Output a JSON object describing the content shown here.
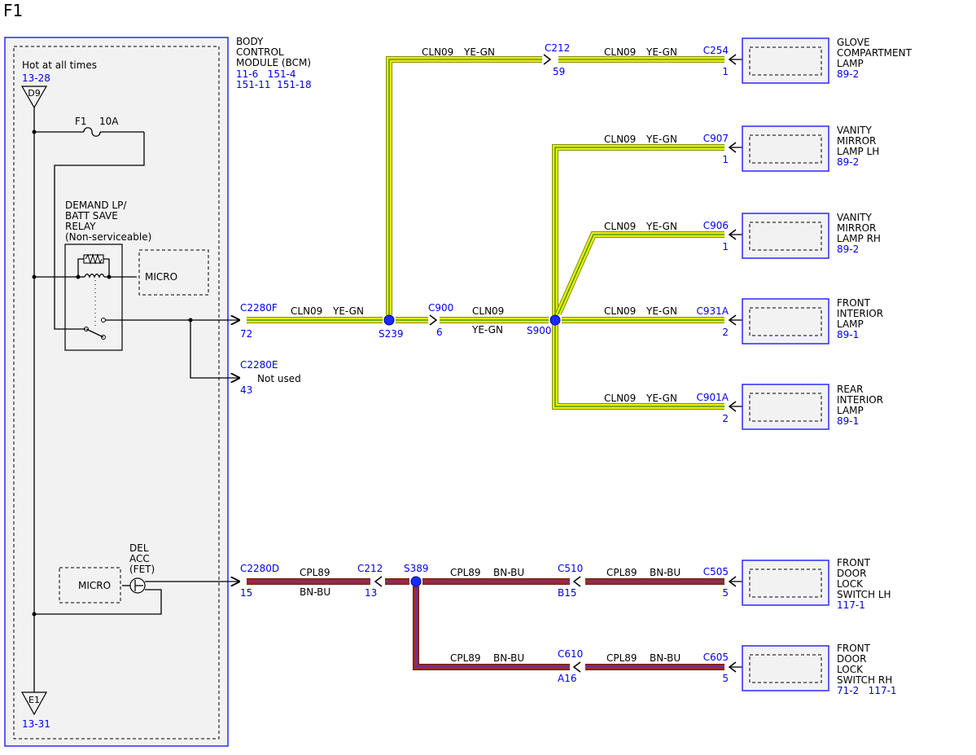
{
  "page": {
    "title": "F1"
  },
  "bcm": {
    "name_lines": [
      "BODY",
      "CONTROL",
      "MODULE (BCM)"
    ],
    "ref_lines": [
      "11-6   151-4",
      "151-11  151-18"
    ]
  },
  "power": {
    "hot_label": "Hot at all times",
    "top_ref": "13-28",
    "top_pin": "D9",
    "bottom_pin": "E1",
    "bottom_ref": "13-31",
    "fuse_name": "F1",
    "fuse_rating": "10A"
  },
  "relay": {
    "label_lines": [
      "DEMAND LP/",
      "BATT SAVE",
      "RELAY",
      "(Non-serviceable)"
    ],
    "micro_label": "MICRO"
  },
  "fet": {
    "label_lines": [
      "DEL",
      "ACC",
      "(FET)"
    ],
    "micro_label": "MICRO"
  },
  "connectors": {
    "c2280f": {
      "name": "C2280F",
      "pin": "72"
    },
    "c2280e": {
      "name": "C2280E",
      "pin": "43",
      "note": "Not used"
    },
    "c2280d": {
      "name": "C2280D",
      "pin": "15"
    },
    "c212_top": {
      "name": "C212",
      "pin": "59"
    },
    "c212_bot": {
      "name": "C212",
      "pin": "13"
    },
    "c900": {
      "name": "C900",
      "pin": "6"
    },
    "c254": {
      "name": "C254",
      "pin": "1"
    },
    "c907": {
      "name": "C907",
      "pin": "1"
    },
    "c906": {
      "name": "C906",
      "pin": "1"
    },
    "c931a": {
      "name": "C931A",
      "pin": "2"
    },
    "c901a": {
      "name": "C901A",
      "pin": "2"
    },
    "c510": {
      "name": "C510",
      "pin": "B15"
    },
    "c505": {
      "name": "C505",
      "pin": "5"
    },
    "c610": {
      "name": "C610",
      "pin": "A16"
    },
    "c605": {
      "name": "C605",
      "pin": "5"
    }
  },
  "splices": {
    "s239": "S239",
    "s900": "S900",
    "s389": "S389"
  },
  "wires": {
    "cln09": "CLN09",
    "ye_gn": "YE-GN",
    "cpl89": "CPL89",
    "bn_bu": "BN-BU"
  },
  "components": {
    "glove": {
      "lines": [
        "GLOVE",
        "COMPARTMENT",
        "LAMP"
      ],
      "ref": "89-2"
    },
    "vanity_lh": {
      "lines": [
        "VANITY",
        "MIRROR",
        "LAMP LH"
      ],
      "ref": "89-2"
    },
    "vanity_rh": {
      "lines": [
        "VANITY",
        "MIRROR",
        "LAMP RH"
      ],
      "ref": "89-2"
    },
    "front_interior": {
      "lines": [
        "FRONT",
        "INTERIOR",
        "LAMP"
      ],
      "ref": "89-1"
    },
    "rear_interior": {
      "lines": [
        "REAR",
        "INTERIOR",
        "LAMP"
      ],
      "ref": "89-1"
    },
    "door_lock_lh": {
      "lines": [
        "FRONT",
        "DOOR",
        "LOCK",
        "SWITCH LH"
      ],
      "ref": "117-1"
    },
    "door_lock_rh": {
      "lines": [
        "FRONT",
        "DOOR",
        "LOCK",
        "SWITCH RH"
      ],
      "ref": "71-2   117-1"
    }
  },
  "colors": {
    "ye_gn_outer": "#8a8a00",
    "ye_gn_fill": "#e8f000",
    "ye_gn_stripe": "#2e8b2e",
    "bn_bu_outer": "#6b1a10",
    "bn_bu_fill": "#a0281e",
    "bn_bu_stripe": "#3a3aff",
    "ref_blue": "#0000ee",
    "module_fill": "#f2f2f2"
  }
}
